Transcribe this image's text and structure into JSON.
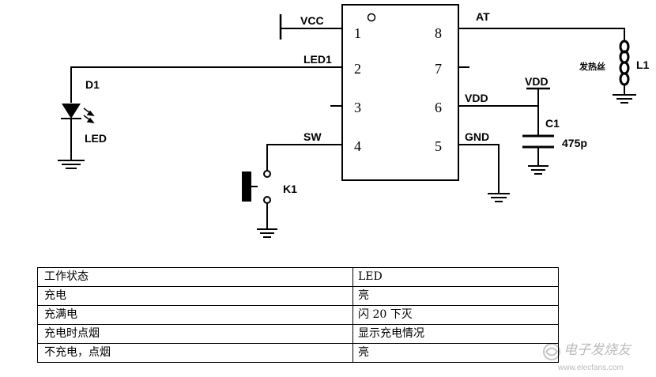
{
  "schematic": {
    "labels": {
      "vcc": "VCC",
      "led1": "LED1",
      "sw": "SW",
      "at": "AT",
      "vdd_net": "VDD",
      "gnd_net": "GND",
      "vdd_rail": "VDD",
      "d1": "D1",
      "led": "LED",
      "k1": "K1",
      "c1": "C1",
      "cap_value": "475p",
      "l1": "L1",
      "heating_wire": "发热丝"
    },
    "pins": {
      "p1": "1",
      "p2": "2",
      "p3": "3",
      "p4": "4",
      "p5": "5",
      "p6": "6",
      "p7": "7",
      "p8": "8"
    }
  },
  "status_table": {
    "rows": [
      {
        "state": "工作状态",
        "led": "LED"
      },
      {
        "state": "充电",
        "led": "亮"
      },
      {
        "state": "充满电",
        "led": "闪 20 下灭"
      },
      {
        "state": "充电时点烟",
        "led": "显示充电情况"
      },
      {
        "state": "不充电，点烟",
        "led": "亮"
      }
    ]
  },
  "watermark": {
    "brand": "电子发烧友",
    "url": "www.elecfans.com"
  }
}
